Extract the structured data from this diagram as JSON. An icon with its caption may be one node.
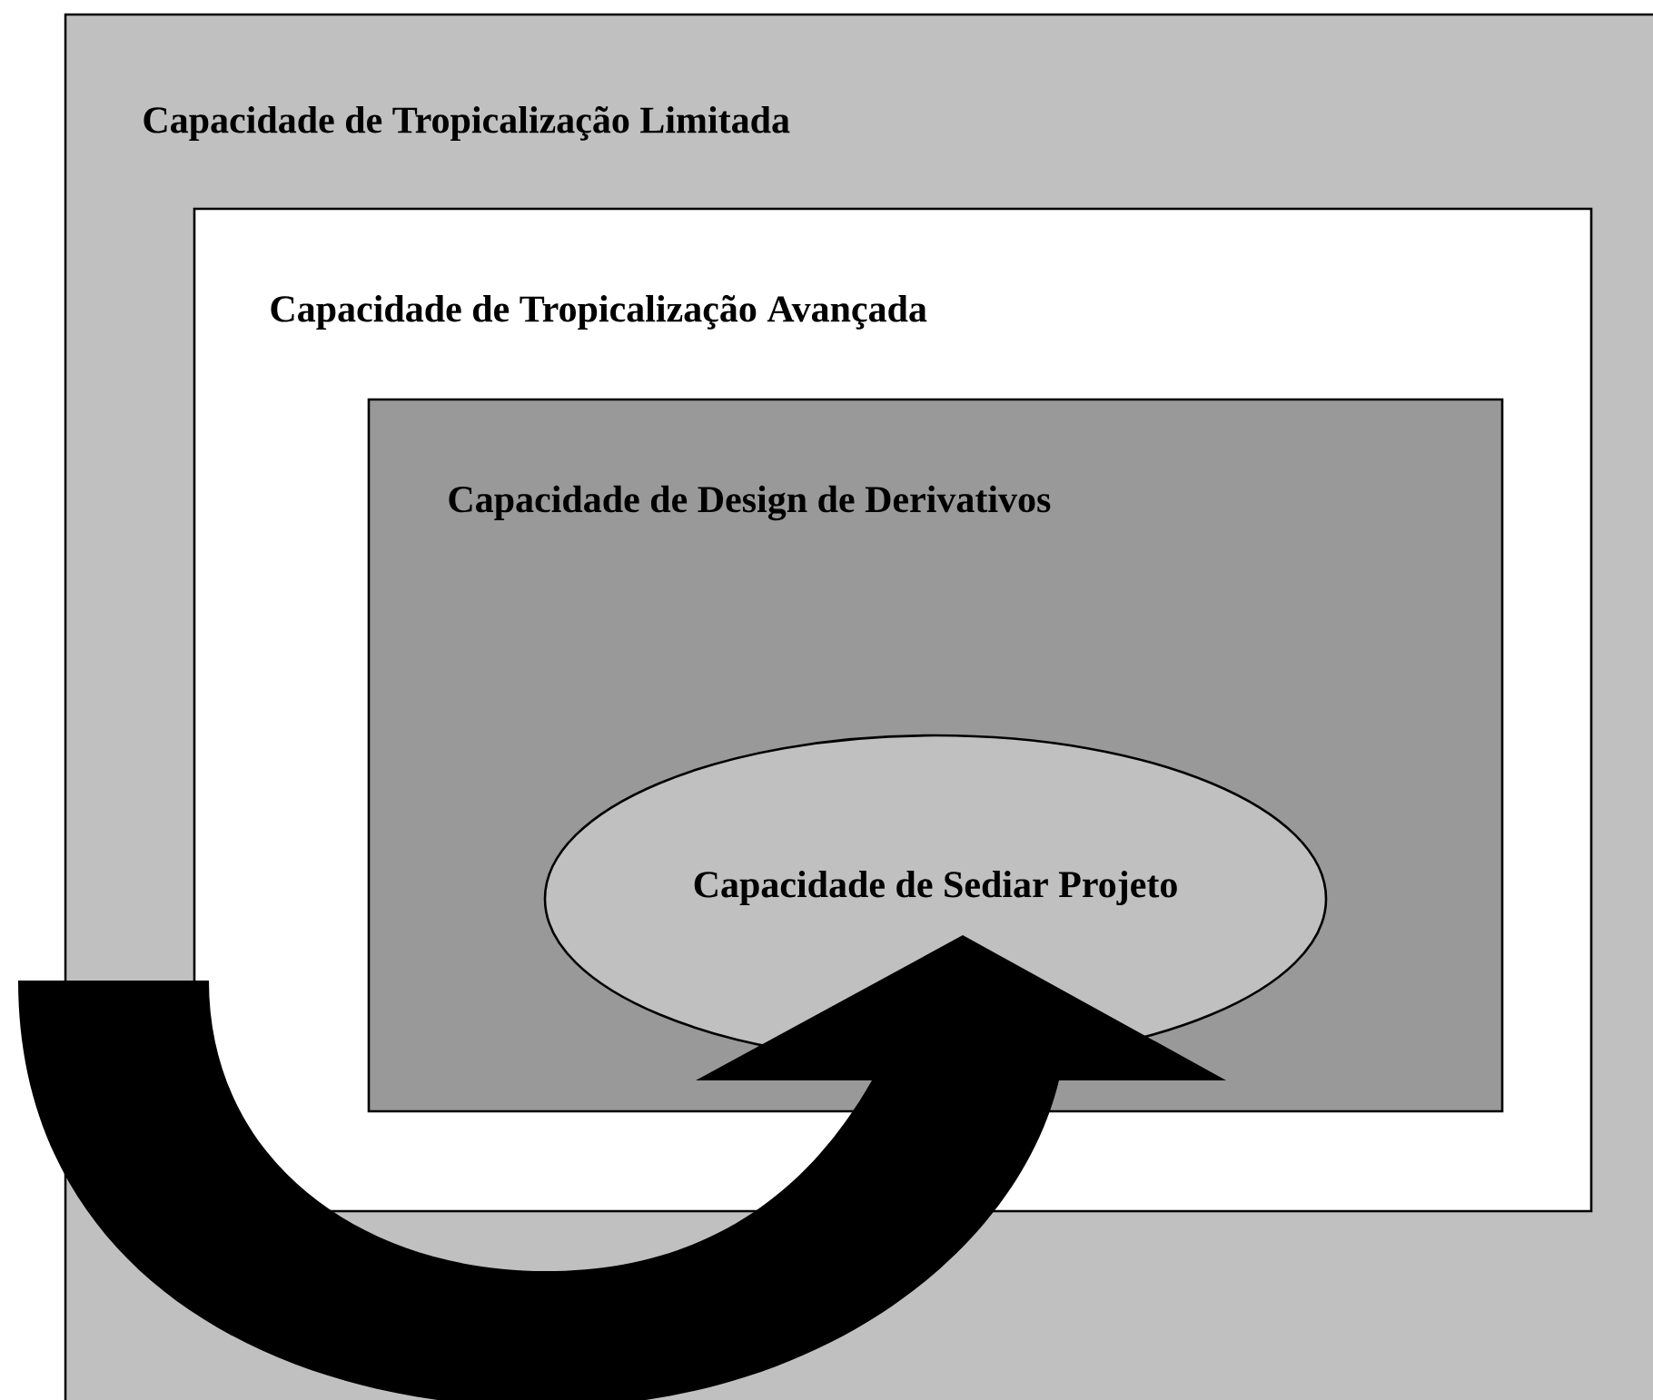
{
  "diagram": {
    "nodes": [
      {
        "text": [
          "Capacidade de Tropicalização Limitada"
        ]
      },
      {
        "text": [
          "Capacidade de Tropicalização Avançada"
        ],
        "in": 0
      },
      {
        "text": [
          "Capacidade de Design de Derivativos"
        ],
        "in": 1
      },
      {
        "text": [
          "Capacidade de Sediar Projeto"
        ],
        "in": 2
      }
    ],
    "edges": [
      {
        "from": null,
        "to": 3,
        "arrow": "to",
        "style": "thick"
      }
    ]
  }
}
